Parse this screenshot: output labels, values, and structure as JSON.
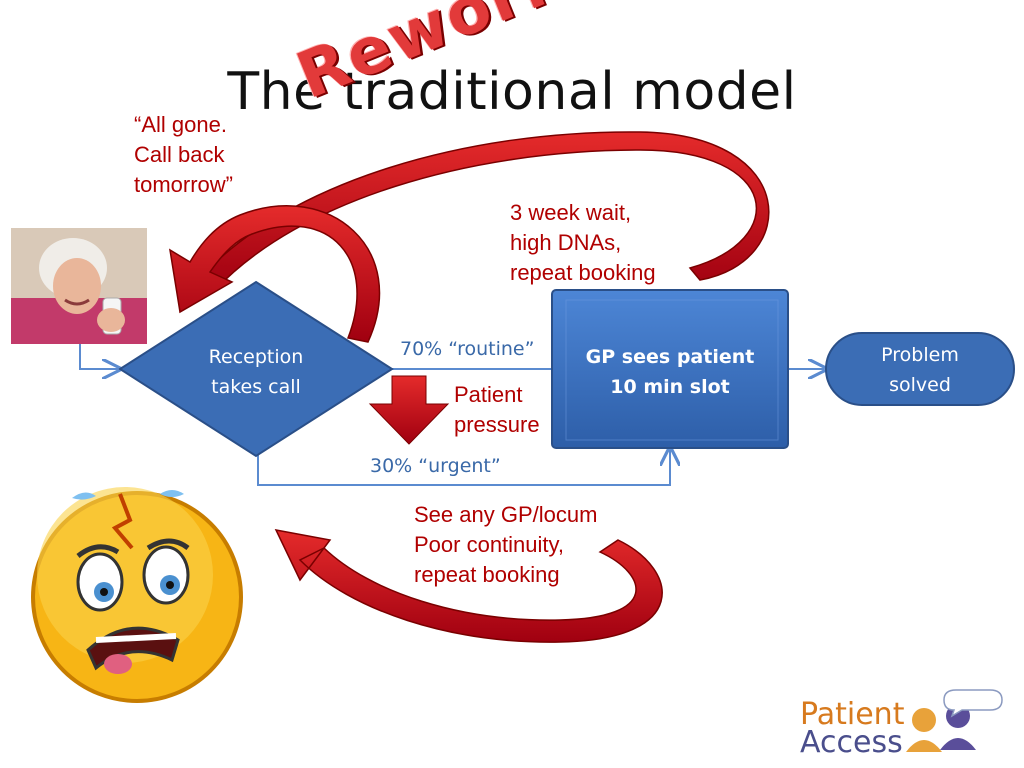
{
  "slide": {
    "title": "The traditional model",
    "stamp": "Rework"
  },
  "notes": {
    "all_gone": "“All gone.\nCall back\ntomorrow”",
    "wait": "3 week wait,\nhigh DNAs,\nrepeat booking",
    "pressure": "Patient\npressure",
    "locum": "See any GP/locum\nPoor continuity,\nrepeat booking"
  },
  "flow": {
    "reception": "Reception\ntakes call",
    "gp_line1": "GP sees patient",
    "gp_line2": "10 min slot",
    "solved": "Problem\nsolved",
    "routine": "70% “routine”",
    "urgent": "30% “urgent”"
  },
  "logo": {
    "line1": "Patient",
    "line2": "Access"
  },
  "colors": {
    "accent_red": "#b00000",
    "arrow_red": "#c8141e",
    "node_blue": "#3b6db5",
    "line_blue": "#5b8bd0"
  }
}
